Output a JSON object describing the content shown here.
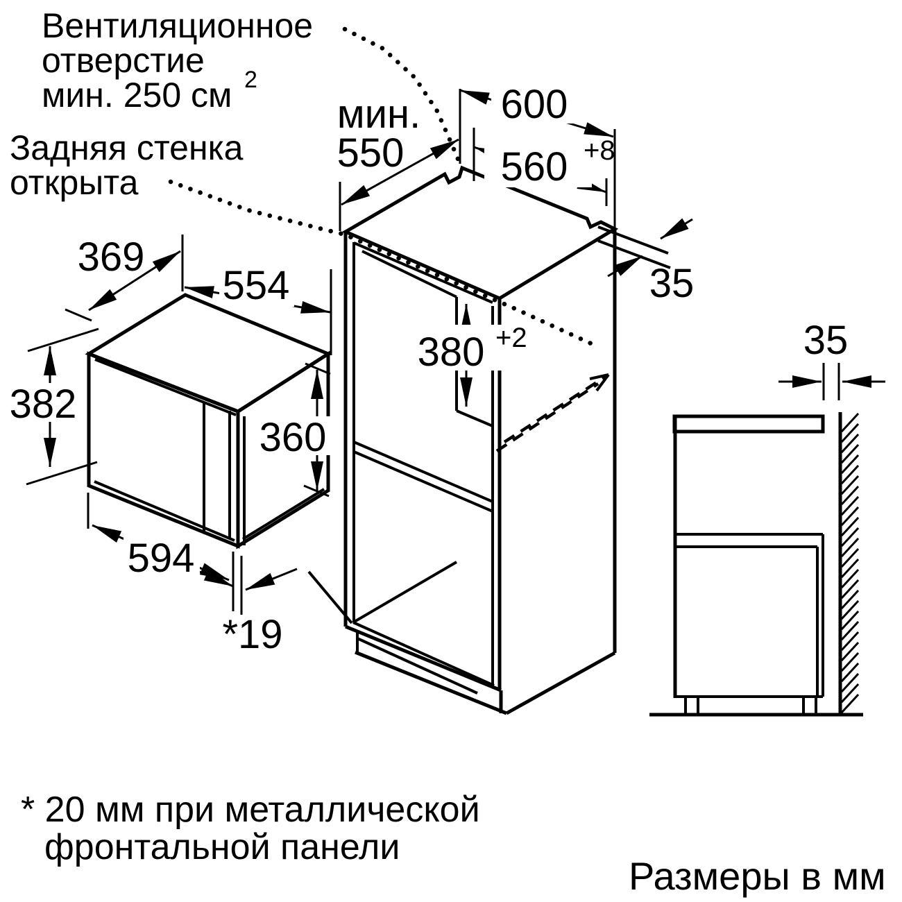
{
  "notes": {
    "vent1": "Вентиляционное",
    "vent2": "отверстие",
    "vent3": "мин. 250 см",
    "vent_sup": "2",
    "back1": "Задняя стенка",
    "back2": "открыта",
    "foot1": "* 20 мм при металлической",
    "foot2": "фронтальной панели",
    "units": "Размеры в мм"
  },
  "dims": {
    "min_word": "мин.",
    "depth_min": "550",
    "cab_width": "600",
    "niche_width": "560",
    "niche_width_tol": "+8",
    "wall_gap_top": "35",
    "wall_gap_side": "35",
    "niche_height": "380",
    "niche_height_tol": "+2",
    "mw_depth": "369",
    "mw_top_width": "554",
    "mw_height": "382",
    "mw_door_height": "360",
    "mw_width": "594",
    "door_projection": "*19"
  }
}
